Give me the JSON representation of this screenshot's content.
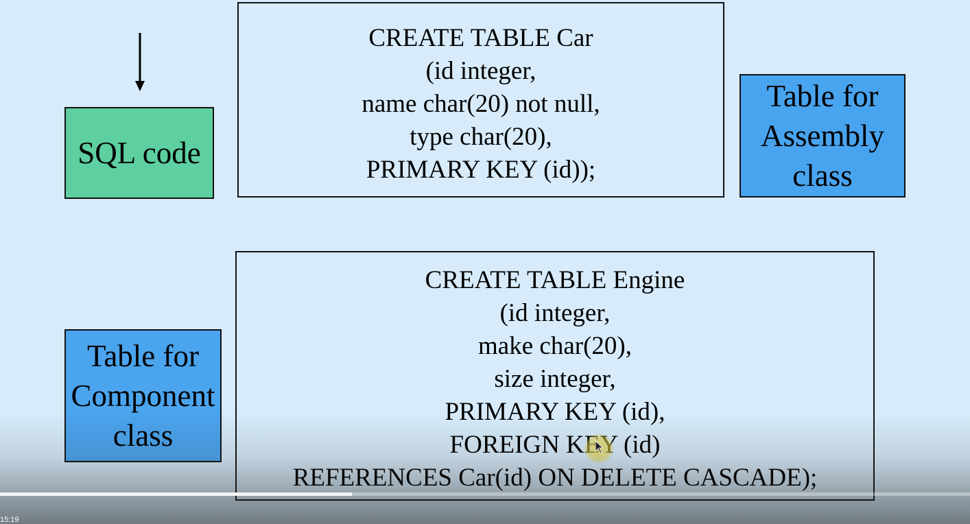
{
  "slide": {
    "labels": {
      "sql_code": "SQL code",
      "assembly": [
        "Table for",
        "Assembly",
        "class"
      ],
      "component": [
        "Table for",
        "Component",
        "class"
      ]
    },
    "car_sql": [
      "CREATE TABLE Car",
      "(id integer,",
      "name char(20) not null,",
      "type char(20),",
      "PRIMARY KEY (id));"
    ],
    "engine_sql": [
      "CREATE TABLE Engine",
      "(id integer,",
      "make char(20),",
      "size integer,",
      "PRIMARY KEY (id),",
      "FOREIGN KEY (id)",
      "REFERENCES Car(id) ON DELETE CASCADE);"
    ]
  },
  "player": {
    "time": "15:19",
    "progress_fraction": 0.363
  },
  "colors": {
    "background": "#d7ebfa",
    "sql_label": "#5dcfa0",
    "table_label": "#49a4ef",
    "cursor_highlight": "#e8d850"
  },
  "icons": {
    "arrow": "down-arrow-icon",
    "cursor": "mouse-pointer-icon"
  }
}
